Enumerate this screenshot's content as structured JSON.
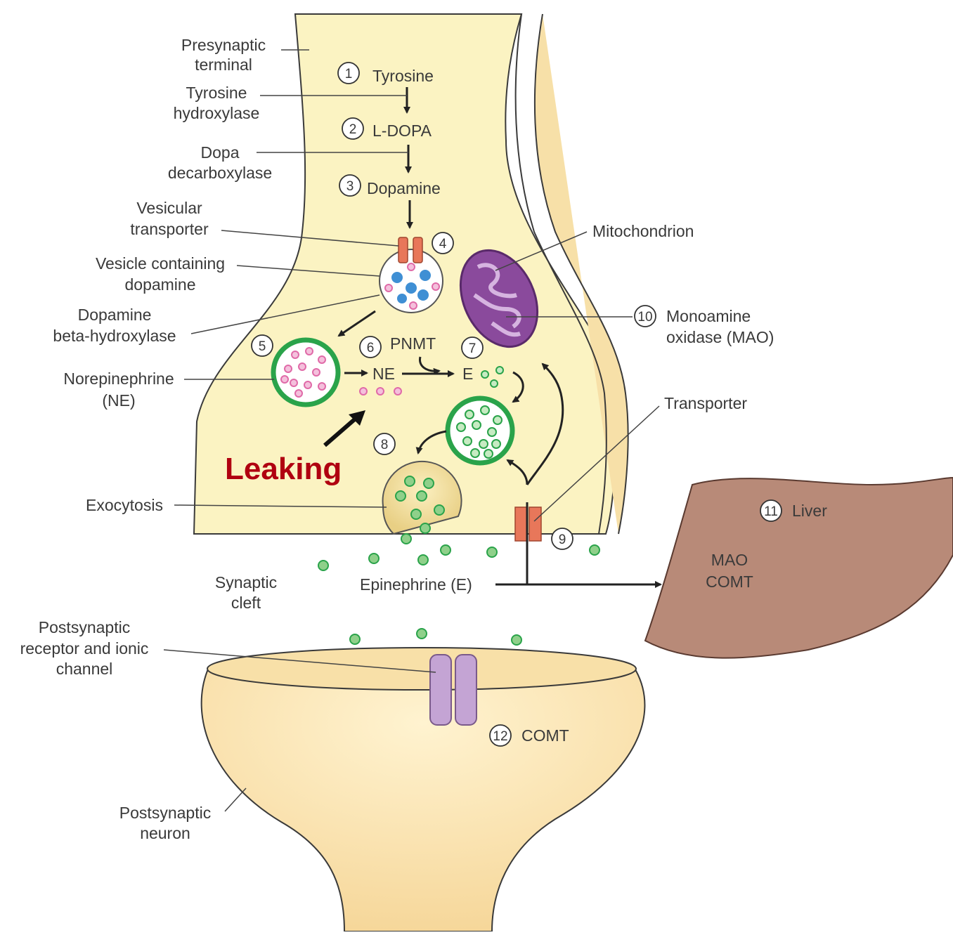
{
  "labels": {
    "presynaptic_terminal": [
      "Presynaptic",
      "terminal"
    ],
    "tyrosine_hydroxylase": [
      "Tyrosine",
      "hydroxylase"
    ],
    "dopa_decarboxylase": [
      "Dopa",
      "decarboxylase"
    ],
    "vesicular_transporter": [
      "Vesicular",
      "transporter"
    ],
    "vesicle_dopamine": [
      "Vesicle containing",
      "dopamine"
    ],
    "dopamine_beta_hydroxylase": [
      "Dopamine",
      "beta-hydroxylase"
    ],
    "norepinephrine": [
      "Norepinephrine",
      "(NE)"
    ],
    "exocytosis": "Exocytosis",
    "synaptic_cleft": [
      "Synaptic",
      "cleft"
    ],
    "postsynaptic_receptor": [
      "Postsynaptic",
      "receptor and ionic",
      "channel"
    ],
    "postsynaptic_neuron": [
      "Postsynaptic",
      "neuron"
    ],
    "mitochondrion": "Mitochondrion",
    "mao": [
      "Monoamine",
      "oxidase (MAO)"
    ],
    "transporter": "Transporter",
    "liver": "Liver",
    "liver_enzymes": [
      "MAO",
      "COMT"
    ],
    "tyrosine": "Tyrosine",
    "l_dopa": "L-DOPA",
    "dopamine": "Dopamine",
    "pnmt": "PNMT",
    "ne": "NE",
    "e": "E",
    "epinephrine": "Epinephrine (E)",
    "comt": "COMT",
    "leaking": "Leaking"
  },
  "step_numbers": [
    "1",
    "2",
    "3",
    "4",
    "5",
    "6",
    "7",
    "8",
    "9",
    "10",
    "11",
    "12"
  ],
  "colors": {
    "neuron_fill": "#fbf3c2",
    "neuron_outline": "#3a3a3a",
    "vesicle_green": "#2aa34a",
    "granule_green": "#8fd08a",
    "granule_pink": "#e06aa8",
    "granule_blue": "#3f8fd4",
    "mitochondrion": "#8a4a9c",
    "transporter": "#e8775a",
    "receptor": "#c4a4d4",
    "liver": "#b88a78",
    "leaking": "#b00010"
  }
}
